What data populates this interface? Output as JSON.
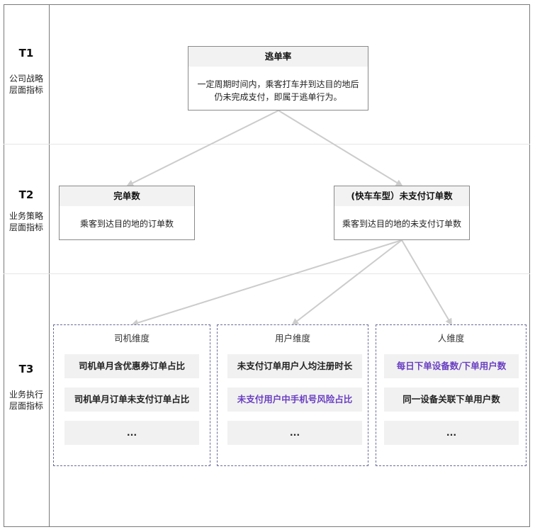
{
  "tiers": [
    {
      "code": "T1",
      "desc_line1": "公司战略",
      "desc_line2": "层面指标"
    },
    {
      "code": "T2",
      "desc_line1": "业务策略",
      "desc_line2": "层面指标"
    },
    {
      "code": "T3",
      "desc_line1": "业务执行",
      "desc_line2": "层面指标"
    }
  ],
  "t1": {
    "title": "逃单率",
    "desc_line1": "一定周期时间内，乘客打车并到达目的地后",
    "desc_line2": "仍未完成支付，即属于逃单行为。"
  },
  "t2": [
    {
      "title": "完单数",
      "desc": "乘客到达目的地的订单数"
    },
    {
      "title": "(快车车型）未支付订单数",
      "desc": "乘客到达目的地的未支付订单数"
    }
  ],
  "groups": [
    {
      "title": "司机维度",
      "items": [
        {
          "label": "司机单月含优惠券订单占比",
          "highlight": false
        },
        {
          "label": "司机单月订单未支付订单占比",
          "highlight": false
        },
        {
          "label": "...",
          "highlight": false
        }
      ]
    },
    {
      "title": "用户维度",
      "items": [
        {
          "label": "未支付订单用户人均注册时长",
          "highlight": false
        },
        {
          "label": "未支付用户中手机号风险占比",
          "highlight": true
        },
        {
          "label": "...",
          "highlight": false
        }
      ]
    },
    {
      "title": "人维度",
      "items": [
        {
          "label": "每日下单设备数/下单用户数",
          "highlight": true
        },
        {
          "label": "同一设备关联下单用户数",
          "highlight": false
        },
        {
          "label": "...",
          "highlight": false
        }
      ]
    }
  ],
  "colors": {
    "arrow": "#cccccc",
    "highlight_text": "#6a3fc2",
    "border": "#8a8a8a"
  }
}
